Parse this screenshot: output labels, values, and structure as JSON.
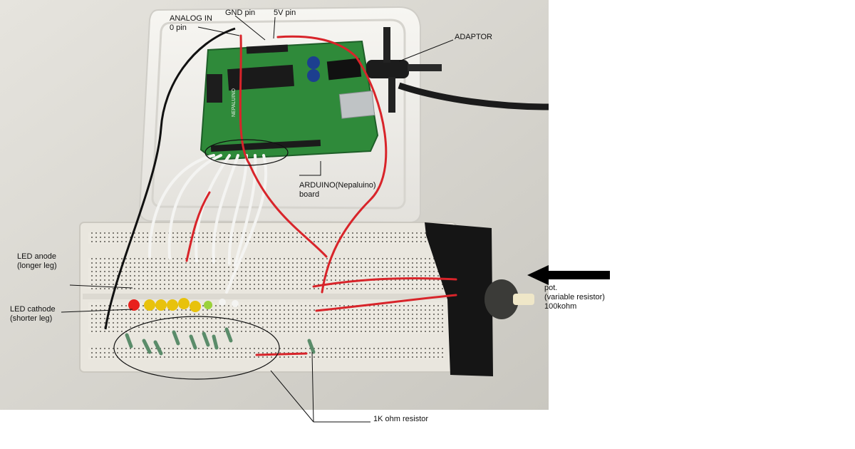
{
  "labels": {
    "analog_in": "ANALOG IN\n0 pin",
    "gnd_pin": "GND pin",
    "v5_pin": "5V pin",
    "adaptor": "ADAPTOR",
    "arduino_board": "ARDUINO(Nepaluino)\nboard",
    "led_anode": "LED anode\n(longer leg)",
    "led_cathode": "LED cathode\n(shorter leg)",
    "pot": "pot.\n(variable resistor)\n100kohm",
    "resistor": "1K ohm resistor"
  },
  "board_silkscreen": "NEPALUINO",
  "colors": {
    "background_wall": "#d9d7d0",
    "tray": "#efeeea",
    "pcb_green": "#2f8a3a",
    "breadboard": "#ece9e1",
    "tape": "#151515",
    "wire_red": "#d8242a",
    "wire_white": "#f2f2f2",
    "led_red": "#e8201c",
    "led_yellow": "#e8c20c",
    "led_green": "#9bd23a"
  }
}
